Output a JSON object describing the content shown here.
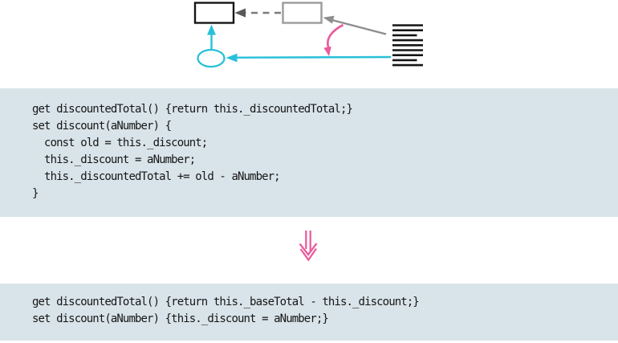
{
  "colors": {
    "cyan": "#28c0d8",
    "pink": "#e85d9e",
    "gray": "#8d8d8d",
    "gray-mid": "#7c7c7c",
    "gray-dark": "#595959",
    "ink": "#151515",
    "code-bg": "#d9e4ea",
    "code-text": "#161616"
  },
  "diagram": {
    "icons": [
      {
        "name": "black-class-box-icon",
        "color": "#151515"
      },
      {
        "name": "gray-class-box-icon",
        "color": "#9b9b9b"
      },
      {
        "name": "dashed-left-arrow-icon",
        "color": "#7c7c7c"
      },
      {
        "name": "solid-gray-arrow-icon",
        "color": "#8d8d8d"
      },
      {
        "name": "method-ellipse-icon",
        "color": "#28c0d8"
      },
      {
        "name": "cyan-up-arrow-icon",
        "color": "#28c0d8"
      },
      {
        "name": "cyan-left-arrow-icon",
        "color": "#28c0d8"
      },
      {
        "name": "pink-curved-arrow-icon",
        "color": "#e85d9e"
      },
      {
        "name": "code-text-lines-icon",
        "color": "#141414"
      }
    ]
  },
  "code_before": {
    "lines": [
      "get discountedTotal() {return this._discountedTotal;}",
      "set discount(aNumber) {",
      "  const old = this._discount;",
      "  this._discount = aNumber;",
      "  this._discountedTotal += old - aNumber;",
      "}"
    ]
  },
  "transform": {
    "icon": "double-down-arrow-icon",
    "color": "#e85d9e"
  },
  "code_after": {
    "lines": [
      "get discountedTotal() {return this._baseTotal - this._discount;}",
      "set discount(aNumber) {this._discount = aNumber;}"
    ]
  }
}
